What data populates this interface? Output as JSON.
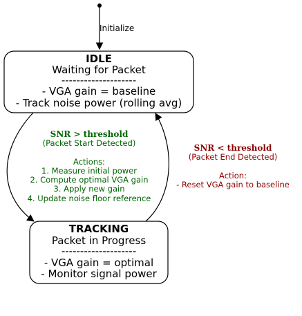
{
  "initial_transition": {
    "label": "Initialize"
  },
  "states": {
    "idle": {
      "title": "IDLE",
      "subtitle": "Waiting for Packet",
      "divider": "--------------------",
      "actions": [
        "- VGA gain = baseline",
        "- Track noise power (rolling avg)"
      ]
    },
    "tracking": {
      "title": "TRACKING",
      "subtitle": "Packet in Progress",
      "divider": "--------------------",
      "actions": [
        "- VGA gain = optimal",
        "- Monitor signal power"
      ]
    }
  },
  "transitions": {
    "idle_to_tracking": {
      "condition": "SNR > threshold",
      "event": "(Packet Start Detected)",
      "actions_heading": "Actions:",
      "actions": [
        "1. Measure initial power",
        "2. Compute optimal VGA gain",
        "3. Apply new gain",
        "4. Update noise floor reference"
      ],
      "color": "#006400"
    },
    "tracking_to_idle": {
      "condition": "SNR < threshold",
      "event": "(Packet End Detected)",
      "actions_heading": "Action:",
      "actions": [
        "- Reset VGA gain to baseline"
      ],
      "color": "#8b0000"
    }
  }
}
